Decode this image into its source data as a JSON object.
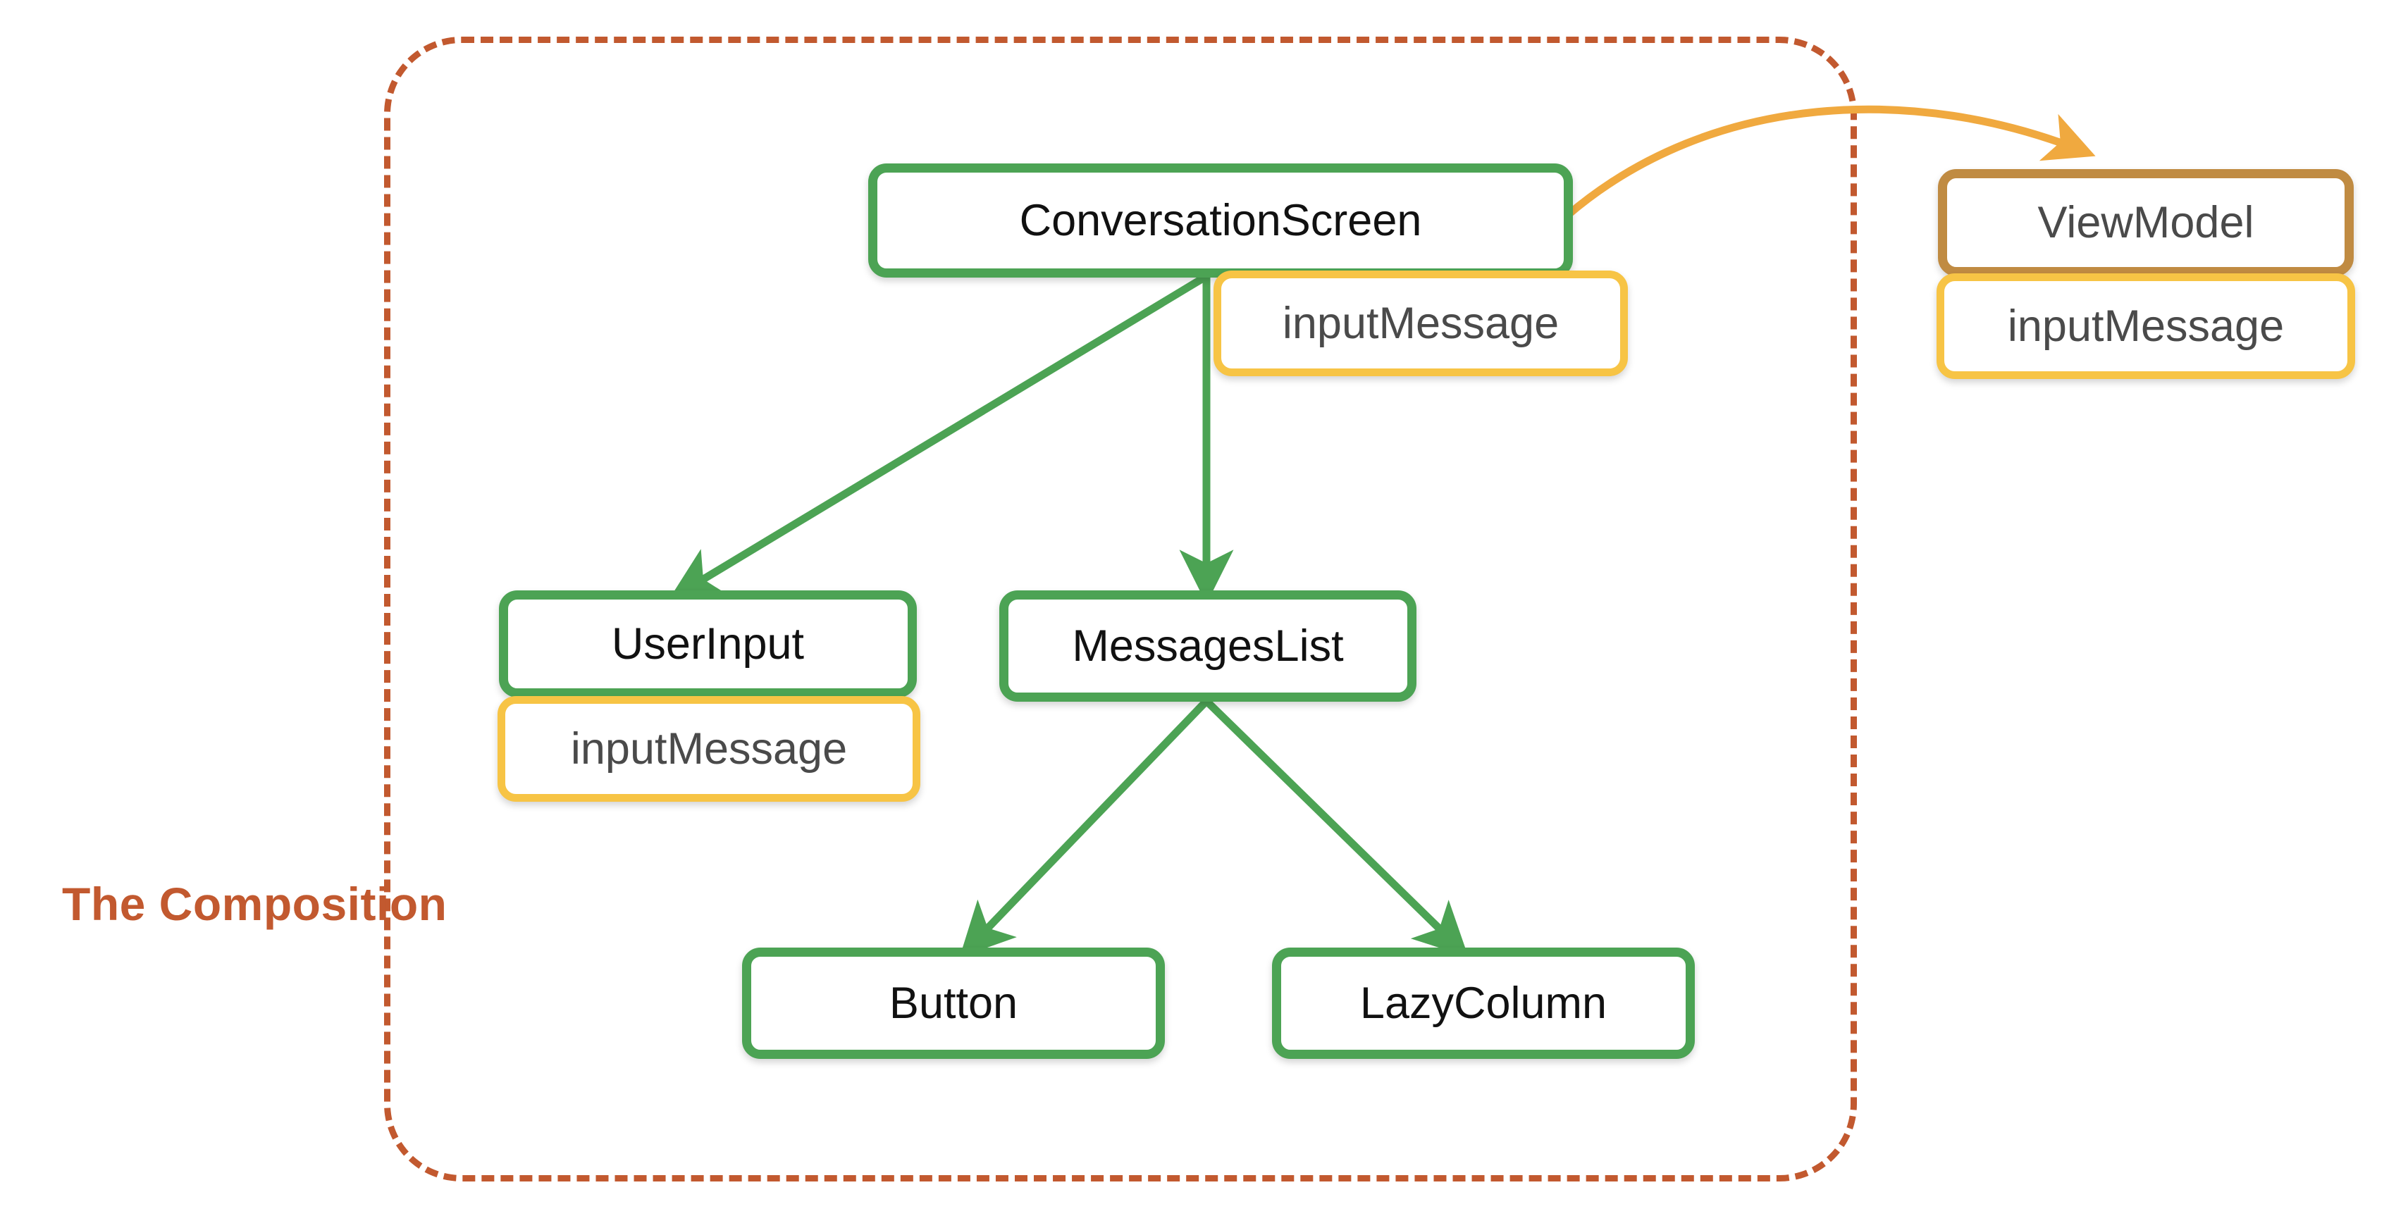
{
  "diagram": {
    "title": "The Composition",
    "boundary_label": "The Composition",
    "colors": {
      "composable_border": "#4CA354",
      "state_border": "#F7C445",
      "viewmodel_border": "#C08B42",
      "boundary_dashed": "#C2592F",
      "arrow_green": "#4CA354",
      "arrow_orange": "#F0A93F",
      "composable_text": "#111111",
      "state_text": "#4A4A4A",
      "background": "#FFFFFF"
    },
    "nodes": [
      {
        "id": "conversation-screen",
        "label": "ConversationScreen",
        "kind": "composable"
      },
      {
        "id": "conversation-screen-state",
        "label": "inputMessage",
        "kind": "state"
      },
      {
        "id": "user-input",
        "label": "UserInput",
        "kind": "composable"
      },
      {
        "id": "user-input-state",
        "label": "inputMessage",
        "kind": "state"
      },
      {
        "id": "messages-list",
        "label": "MessagesList",
        "kind": "composable"
      },
      {
        "id": "button",
        "label": "Button",
        "kind": "composable"
      },
      {
        "id": "lazy-column",
        "label": "LazyColumn",
        "kind": "composable"
      },
      {
        "id": "view-model",
        "label": "ViewModel",
        "kind": "viewmodel"
      },
      {
        "id": "view-model-state",
        "label": "inputMessage",
        "kind": "state"
      }
    ],
    "edges": [
      {
        "from": "conversation-screen",
        "to": "user-input",
        "color": "green"
      },
      {
        "from": "conversation-screen",
        "to": "messages-list",
        "color": "green"
      },
      {
        "from": "messages-list",
        "to": "button",
        "color": "green"
      },
      {
        "from": "messages-list",
        "to": "lazy-column",
        "color": "green"
      },
      {
        "from": "conversation-screen",
        "to": "view-model",
        "color": "orange"
      }
    ]
  }
}
